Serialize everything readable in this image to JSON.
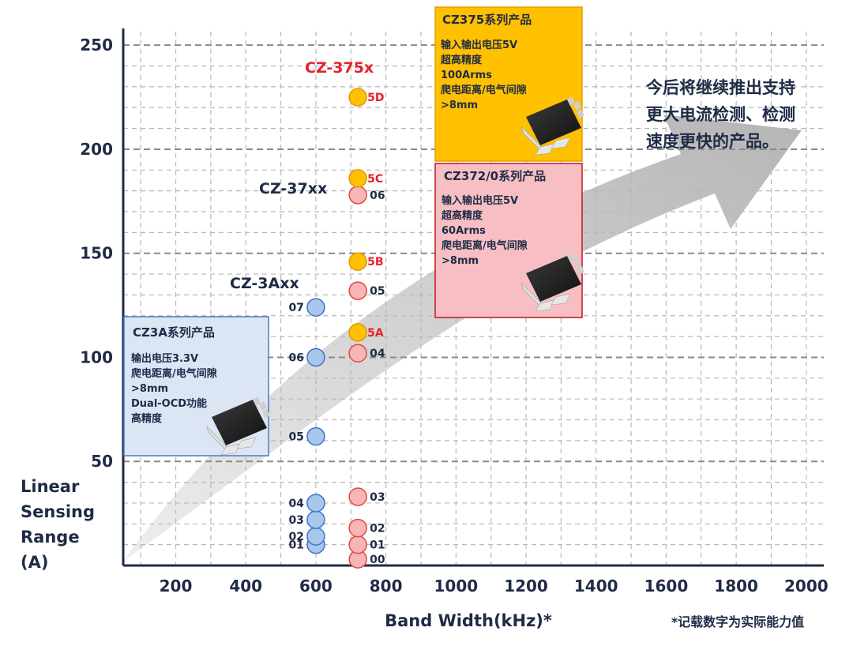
{
  "chart_data": {
    "type": "scatter",
    "xlabel": "Band Width(kHz)*",
    "ylabel_lines": [
      "Linear",
      "Sensing",
      "Range",
      "(A)"
    ],
    "footnote": "*记载数字为实际能力值",
    "xlim": [
      50,
      2050
    ],
    "ylim": [
      0,
      255
    ],
    "x_ticks": [
      200,
      400,
      600,
      800,
      1000,
      1200,
      1400,
      1600,
      1800,
      2000
    ],
    "y_ticks": [
      50,
      100,
      150,
      200,
      250
    ],
    "x_gridlines": [
      100,
      200,
      300,
      400,
      500,
      600,
      700,
      800,
      900,
      1000,
      1100,
      1200,
      1300,
      1400,
      1500,
      1600,
      1700,
      1800,
      1900,
      2000
    ],
    "y_gridlines": [
      10,
      20,
      30,
      40,
      50,
      60,
      70,
      80,
      90,
      100,
      110,
      120,
      130,
      140,
      150,
      160,
      170,
      180,
      190,
      200,
      210,
      220,
      230,
      240,
      250
    ],
    "grid": true,
    "series": [
      {
        "name": "CZ-3Axx",
        "color": "#a9c6ec",
        "stroke": "#3d74c9",
        "points": [
          {
            "x": 600,
            "y": 10,
            "label": "01"
          },
          {
            "x": 600,
            "y": 14,
            "label": "02"
          },
          {
            "x": 600,
            "y": 22,
            "label": "03"
          },
          {
            "x": 600,
            "y": 30,
            "label": "04"
          },
          {
            "x": 600,
            "y": 62,
            "label": "05"
          },
          {
            "x": 600,
            "y": 100,
            "label": "06"
          },
          {
            "x": 600,
            "y": 124,
            "label": "07"
          }
        ]
      },
      {
        "name": "CZ-37xx",
        "color": "#f7b5b5",
        "stroke": "#e04848",
        "points": [
          {
            "x": 720,
            "y": 3,
            "label": "00"
          },
          {
            "x": 720,
            "y": 10,
            "label": "01"
          },
          {
            "x": 720,
            "y": 18,
            "label": "02"
          },
          {
            "x": 720,
            "y": 33,
            "label": "03"
          },
          {
            "x": 720,
            "y": 102,
            "label": "04"
          },
          {
            "x": 720,
            "y": 132,
            "label": "05"
          },
          {
            "x": 720,
            "y": 178,
            "label": "06"
          }
        ]
      },
      {
        "name": "CZ-375x",
        "color": "#ffc000",
        "stroke": "#e69500",
        "points": [
          {
            "x": 720,
            "y": 112,
            "label": "5A"
          },
          {
            "x": 720,
            "y": 146,
            "label": "5B"
          },
          {
            "x": 720,
            "y": 186,
            "label": "5C"
          },
          {
            "x": 720,
            "y": 225,
            "label": "5D"
          }
        ]
      }
    ],
    "series_labels": [
      {
        "text": "CZ-3Axx",
        "color": "#1f2b46"
      },
      {
        "text": "CZ-37xx",
        "color": "#1f2b46"
      },
      {
        "text": "CZ-375x",
        "color": "#e8202a"
      }
    ],
    "boxes": [
      {
        "title": "CZ3A系列产品",
        "lines": [
          "输出电压3.3V",
          "爬电距离/电气间隙",
          ">8mm",
          "Dual-OCD功能",
          "高精度"
        ],
        "fill": "#dce5f4",
        "border": "#4a7ac8"
      },
      {
        "title": "CZ372/0系列产品",
        "lines": [
          "输入输出电压5V",
          "超高精度",
          "60Arms",
          "爬电距离/电气间隙",
          ">8mm"
        ],
        "fill": "#f7bfc3",
        "border": "#c0161f"
      },
      {
        "title": "CZ375系列产品",
        "lines": [
          "输入输出电压5V",
          "超高精度",
          "100Arms",
          "爬电距离/电气间隙",
          ">8mm"
        ],
        "fill": "#ffc000",
        "border": "#e0a000"
      }
    ],
    "annotation": {
      "lines": [
        "今后将继续推出支持",
        "更大电流检测、检测",
        "速度更快的产品。"
      ],
      "color": "#1f2b46"
    },
    "axis_color": "#1f2b46",
    "grid_color": "#b8b8b8"
  }
}
